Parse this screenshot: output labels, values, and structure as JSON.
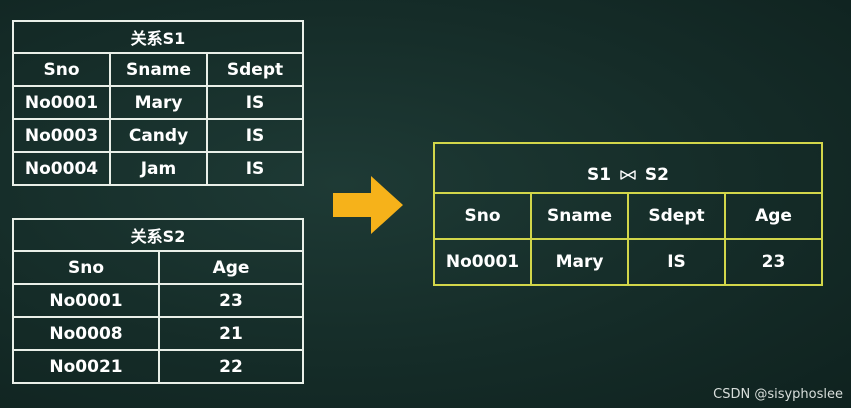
{
  "colors": {
    "background": "#16302c",
    "table_border": "#e9efe8",
    "result_border": "#d2d64a",
    "arrow": "#f6b21a"
  },
  "s1": {
    "caption": "关系S1",
    "headers": [
      "Sno",
      "Sname",
      "Sdept"
    ],
    "rows": [
      [
        "No0001",
        "Mary",
        "IS"
      ],
      [
        "No0003",
        "Candy",
        "IS"
      ],
      [
        "No0004",
        "Jam",
        "IS"
      ]
    ]
  },
  "s2": {
    "caption": "关系S2",
    "headers": [
      "Sno",
      "Age"
    ],
    "rows": [
      [
        "No0001",
        "23"
      ],
      [
        "No0008",
        "21"
      ],
      [
        "No0021",
        "22"
      ]
    ]
  },
  "result": {
    "left_operand": "S1",
    "operator_icon": "natural-join-icon",
    "right_operand": "S2",
    "headers": [
      "Sno",
      "Sname",
      "Sdept",
      "Age"
    ],
    "rows": [
      [
        "No0001",
        "Mary",
        "IS",
        "23"
      ]
    ]
  },
  "arrow_icon": "right-arrow-icon",
  "watermark": "CSDN @sisyphoslee"
}
